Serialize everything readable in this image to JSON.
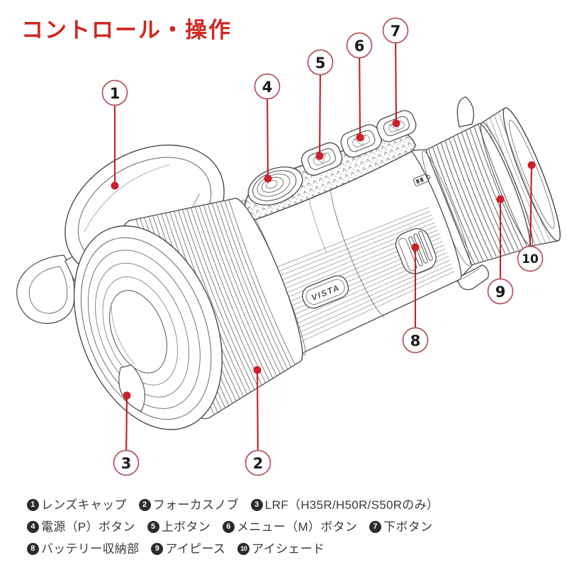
{
  "page": {
    "title": "コントロール・操作",
    "title_color": "#d0281f",
    "background": "#ffffff"
  },
  "diagram": {
    "device": "thermal-monocular-line-art",
    "brand_label": "VISTA",
    "callout_style": {
      "circle_fill": "#ffffff",
      "circle_border": "#b4515a",
      "line_color": "#bf2228",
      "dot_color": "#ce2029",
      "number_color": "#1a1a1a"
    },
    "callouts": [
      {
        "num": "1",
        "part": "lens-cap",
        "circle": [
          162,
          131
        ],
        "dot": [
          162,
          262
        ]
      },
      {
        "num": "2",
        "part": "focus-knob",
        "circle": [
          364,
          653
        ],
        "dot": [
          363,
          522
        ]
      },
      {
        "num": "3",
        "part": "lrf",
        "circle": [
          178,
          653
        ],
        "dot": [
          179,
          558
        ]
      },
      {
        "num": "4",
        "part": "power-button",
        "circle": [
          377,
          122
        ],
        "dot": [
          378,
          252
        ]
      },
      {
        "num": "5",
        "part": "up-button",
        "circle": [
          452,
          88
        ],
        "dot": [
          451,
          220
        ]
      },
      {
        "num": "6",
        "part": "menu-button",
        "circle": [
          507,
          64
        ],
        "dot": [
          508,
          194
        ]
      },
      {
        "num": "7",
        "part": "down-button",
        "circle": [
          558,
          43
        ],
        "dot": [
          559,
          174
        ]
      },
      {
        "num": "8",
        "part": "battery-compartment",
        "circle": [
          586,
          480
        ],
        "dot": [
          586,
          349
        ]
      },
      {
        "num": "9",
        "part": "eyepiece",
        "circle": [
          706,
          411
        ],
        "dot": [
          706,
          281
        ]
      },
      {
        "num": "10",
        "part": "eyeshade",
        "circle": [
          748,
          365
        ],
        "dot": [
          750,
          233
        ]
      }
    ]
  },
  "legend": {
    "text_color": "#3a3a3a",
    "badge_color": "#2b2b2b",
    "rows": [
      [
        {
          "num": "1",
          "label": "レンズキャップ"
        },
        {
          "num": "2",
          "label": "フォーカスノブ"
        },
        {
          "num": "3",
          "label": "LRF（H35R/H50R/S50Rのみ）"
        }
      ],
      [
        {
          "num": "4",
          "label": "電源（P）ボタン"
        },
        {
          "num": "5",
          "label": "上ボタン"
        },
        {
          "num": "6",
          "label": "メニュー（M）ボタン"
        },
        {
          "num": "7",
          "label": "下ボタン"
        }
      ],
      [
        {
          "num": "8",
          "label": "バッテリー収納部"
        },
        {
          "num": "9",
          "label": "アイピース"
        },
        {
          "num": "10",
          "label": "アイシェード"
        }
      ]
    ]
  }
}
